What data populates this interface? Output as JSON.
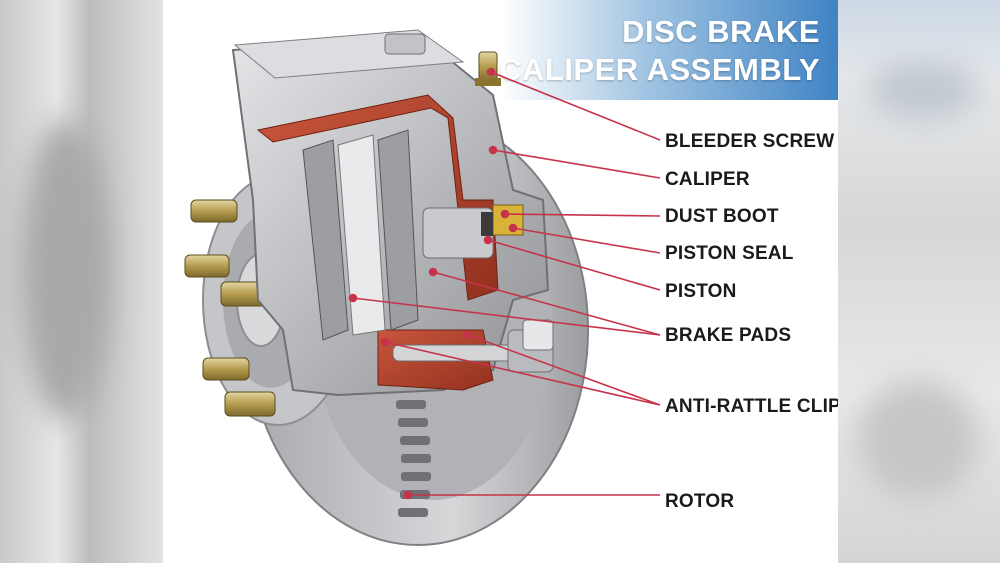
{
  "title": {
    "line1": "DISC BRAKE",
    "line2": "CALIPER ASSEMBLY"
  },
  "labels": [
    {
      "key": "bleeder-screw",
      "text": "BLEEDER SCREW"
    },
    {
      "key": "caliper",
      "text": "CALIPER"
    },
    {
      "key": "dust-boot",
      "text": "DUST BOOT"
    },
    {
      "key": "piston-seal",
      "text": "PISTON SEAL"
    },
    {
      "key": "piston",
      "text": "PISTON"
    },
    {
      "key": "brake-pads",
      "text": "BRAKE PADS"
    },
    {
      "key": "anti-rattle-clips",
      "text": "ANTI-RATTLE CLIPS"
    },
    {
      "key": "rotor",
      "text": "ROTOR"
    }
  ],
  "colors": {
    "leader_line": "#c6334a",
    "banner_blue": "#3f83c4",
    "caliper_cutaway": "#b8452f",
    "metal": "#b5b7ba"
  }
}
